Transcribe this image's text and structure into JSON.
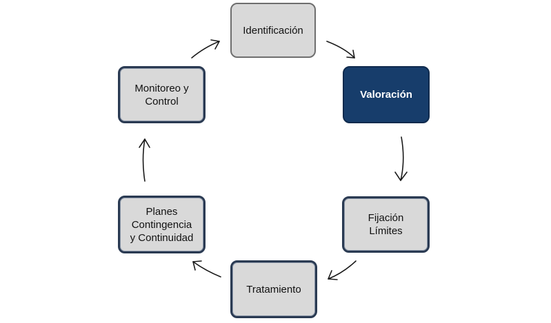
{
  "diagram": {
    "nodes": [
      {
        "id": "identificacion",
        "label": "Identificación",
        "active": false
      },
      {
        "id": "valoracion",
        "label": "Valoración",
        "active": true
      },
      {
        "id": "fijacion-limites",
        "label": "Fijación\nLímites",
        "active": false
      },
      {
        "id": "tratamiento",
        "label": "Tratamiento",
        "active": false
      },
      {
        "id": "planes",
        "label": "Planes\nContingencia\ny Continuidad",
        "active": false
      },
      {
        "id": "monitoreo",
        "label": "Monitoreo y\nControl",
        "active": false
      }
    ],
    "edges": [
      {
        "from": "identificacion",
        "to": "valoracion"
      },
      {
        "from": "valoracion",
        "to": "fijacion-limites"
      },
      {
        "from": "fijacion-limites",
        "to": "tratamiento"
      },
      {
        "from": "tratamiento",
        "to": "planes"
      },
      {
        "from": "planes",
        "to": "monitoreo"
      },
      {
        "from": "monitoreo",
        "to": "identificacion"
      }
    ],
    "colors": {
      "node_fill": "#d9d9d9",
      "active_fill": "#173d6b",
      "border": "#2a3a52",
      "arrow": "#1a1a1a"
    }
  }
}
